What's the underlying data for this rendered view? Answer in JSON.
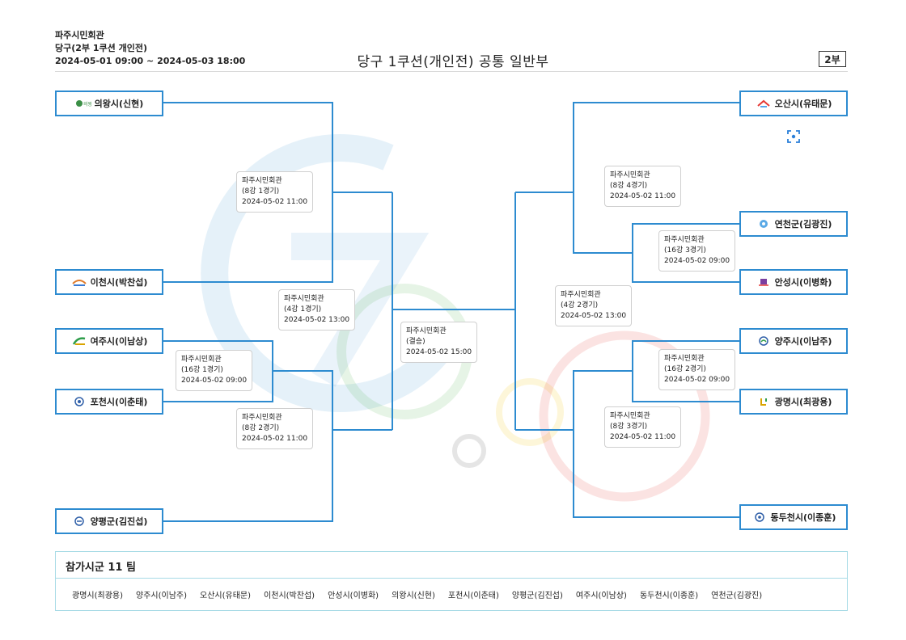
{
  "header": {
    "venue": "파주시민회관",
    "event_line": "당구(2부 1쿠션 개인전)",
    "period": "2024-05-01 09:00 ~ 2024-05-03 18:00",
    "title": "당구 1쿠션(개인전) 공통 일반부",
    "division_badge": "2부"
  },
  "left_teams": [
    {
      "name": "의왕시(신현)",
      "logo_text": "의왕시"
    },
    {
      "name": "이천시(박찬섭)",
      "logo_text": ""
    },
    {
      "name": "여주시(이남상)",
      "logo_text": ""
    },
    {
      "name": "포천시(이춘태)",
      "logo_text": ""
    },
    {
      "name": "양평군(김진섭)",
      "logo_text": ""
    }
  ],
  "right_teams": [
    {
      "name": "오산시(유태문)",
      "logo_text": ""
    },
    {
      "name": "연천군(김광진)",
      "logo_text": ""
    },
    {
      "name": "안성시(이병화)",
      "logo_text": ""
    },
    {
      "name": "양주시(이남주)",
      "logo_text": ""
    },
    {
      "name": "광명시(최광용)",
      "logo_text": ""
    },
    {
      "name": "동두천시(이종훈)",
      "logo_text": ""
    }
  ],
  "matches": [
    {
      "venue": "파주시민회관",
      "round": "(8강 1경기)",
      "time": "2024-05-02 11:00"
    },
    {
      "venue": "파주시민회관",
      "round": "(4강 1경기)",
      "time": "2024-05-02 13:00"
    },
    {
      "venue": "파주시민회관",
      "round": "(16강 1경기)",
      "time": "2024-05-02 09:00"
    },
    {
      "venue": "파주시민회관",
      "round": "(8강 2경기)",
      "time": "2024-05-02 11:00"
    },
    {
      "venue": "파주시민회관",
      "round": "(결승)",
      "time": "2024-05-02 15:00"
    },
    {
      "venue": "파주시민회관",
      "round": "(8강 4경기)",
      "time": "2024-05-02 11:00"
    },
    {
      "venue": "파주시민회관",
      "round": "(16강 3경기)",
      "time": "2024-05-02 09:00"
    },
    {
      "venue": "파주시민회관",
      "round": "(4강 2경기)",
      "time": "2024-05-02 13:00"
    },
    {
      "venue": "파주시민회관",
      "round": "(16강 2경기)",
      "time": "2024-05-02 09:00"
    },
    {
      "venue": "파주시민회관",
      "round": "(8강 3경기)",
      "time": "2024-05-02 11:00"
    }
  ],
  "footer": {
    "title": "참가시군 11 팀",
    "participants": [
      "광명시(최광용)",
      "양주시(이남주)",
      "오산시(유태문)",
      "이천시(박찬섭)",
      "안성시(이병화)",
      "의왕시(신현)",
      "포천시(이춘태)",
      "양평군(김진섭)",
      "여주시(이남상)",
      "동두천시(이종훈)",
      "연천군(김광진)"
    ]
  },
  "colors": {
    "bracket_line": "#2d8bd0",
    "footer_border": "#a8dbe6"
  }
}
